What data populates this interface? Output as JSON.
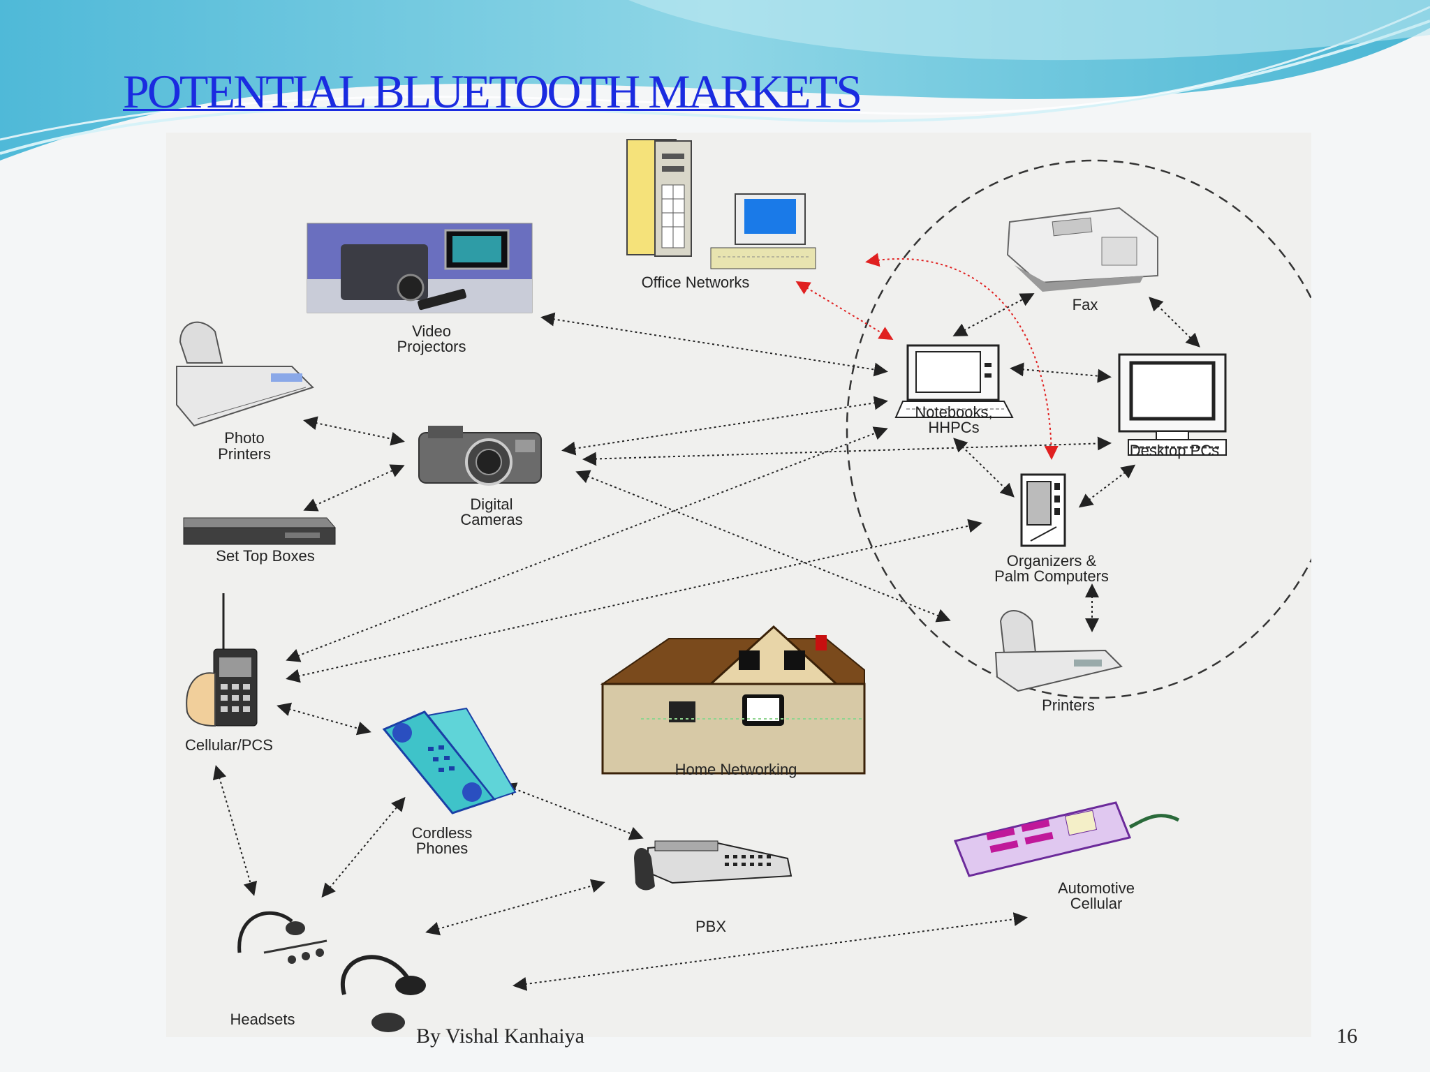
{
  "slide": {
    "title": "POTENTIAL BLUETOOTH MARKETS",
    "footer_author": "By Vishal Kanhaiya",
    "page_number": "16"
  },
  "diagram": {
    "labels": {
      "office_networks": "Office Networks",
      "video_projectors_1": "Video",
      "video_projectors_2": "Projectors",
      "photo_printers_1": "Photo",
      "photo_printers_2": "Printers",
      "digital_cameras_1": "Digital",
      "digital_cameras_2": "Cameras",
      "set_top_boxes": "Set Top Boxes",
      "fax": "Fax",
      "notebooks_1": "Notebooks,",
      "notebooks_2": "HHPCs",
      "desktop_pcs": "Desktop PCs",
      "organizers_1": "Organizers &",
      "organizers_2": "Palm Computers",
      "printers": "Printers",
      "cellular_pcs": "Cellular/PCS",
      "home_networking": "Home Networking",
      "cordless_1": "Cordless",
      "cordless_2": "Phones",
      "pbx": "PBX",
      "automotive_1": "Automotive",
      "automotive_2": "Cellular",
      "headsets": "Headsets"
    },
    "icons": [
      "server-icon",
      "computer-icon",
      "projector-icon",
      "printer-icon",
      "camera-icon",
      "set-top-box-icon",
      "fax-icon",
      "laptop-icon",
      "monitor-icon",
      "pda-icon",
      "cell-phone-icon",
      "house-icon",
      "cordless-phone-icon",
      "pbx-icon",
      "car-phone-icon",
      "headset-icon"
    ],
    "colors": {
      "link_dotted": "#222222",
      "link_red": "#e02020",
      "title": "#1a2be0"
    }
  }
}
